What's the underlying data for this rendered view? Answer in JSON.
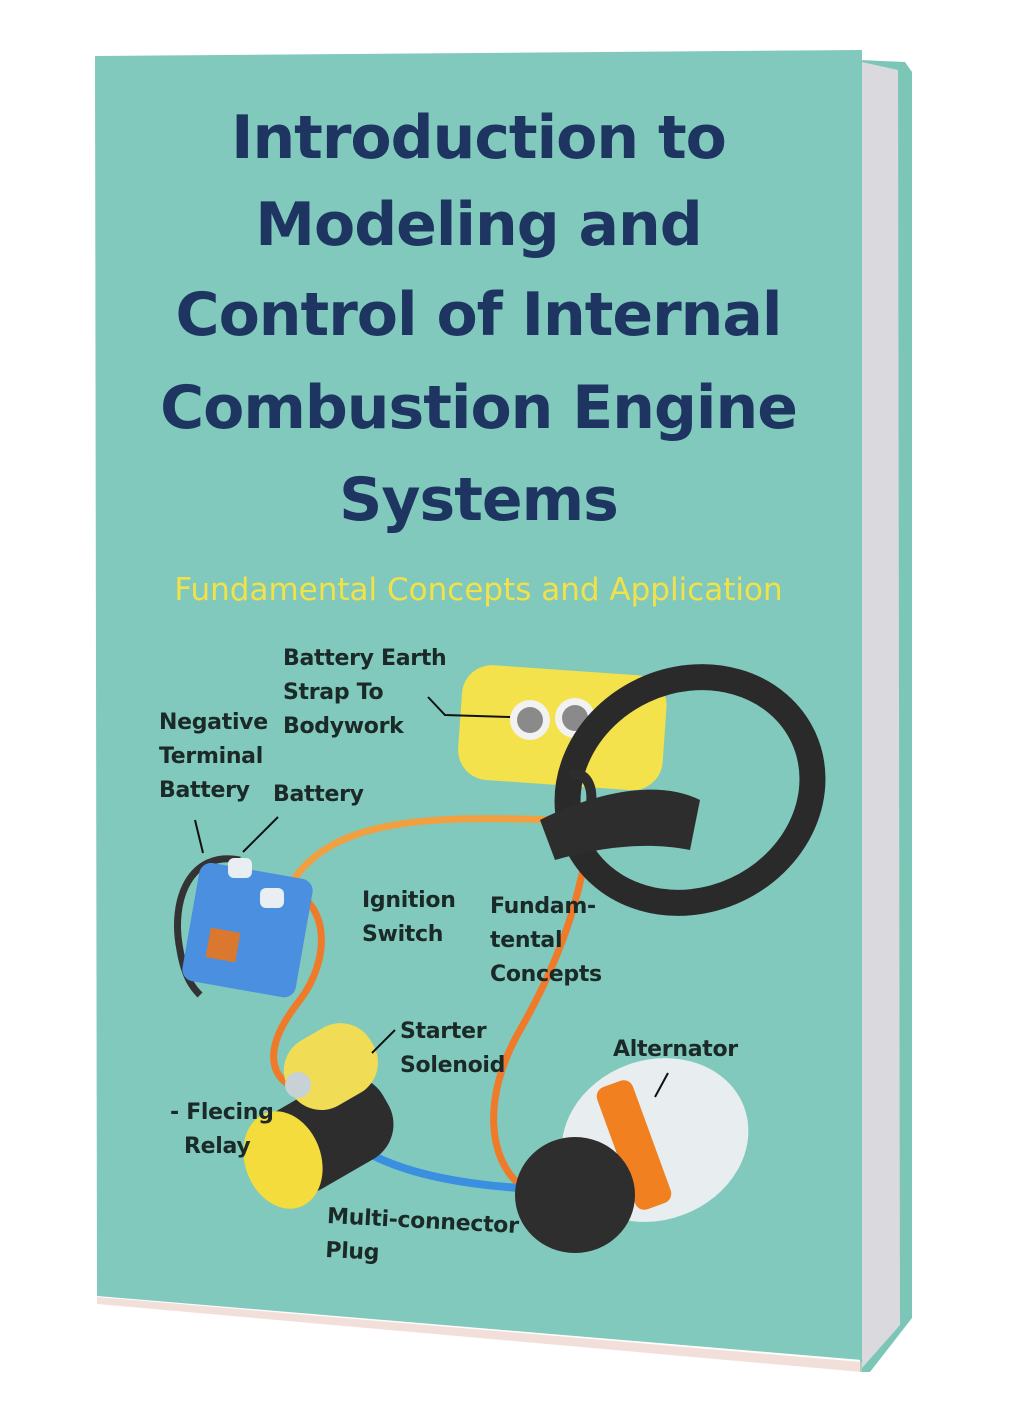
{
  "cover": {
    "title_lines": [
      "Introduction to",
      "Modeling and",
      "Control of Internal",
      "Combustion Engine",
      "Systems"
    ],
    "subtitle": "Fundamental Concepts and Application",
    "colors": {
      "cover": "#80c9bc",
      "title": "#1f3561",
      "subtitle": "#f2e24a",
      "wire_orange": "#f08a30",
      "wire_blue": "#3a8fe0"
    }
  },
  "diagram": {
    "labels": {
      "earth_strap": [
        "Battery Earth",
        "Strap To",
        "Bodywork"
      ],
      "negative_terminal": [
        "Negative",
        "Terminal",
        "Battery"
      ],
      "battery": [
        "Battery"
      ],
      "ignition_switch": [
        "Ignition",
        "Switch"
      ],
      "fundamental": [
        "Fundam-",
        "tental",
        "Concepts"
      ],
      "starter_solenoid": [
        "Starter",
        "Solenoid"
      ],
      "alternator": [
        "Alternator"
      ],
      "relay": [
        "- Flecing",
        "Relay"
      ],
      "multi_connector": [
        "Multi-connector",
        "Plug"
      ]
    }
  }
}
